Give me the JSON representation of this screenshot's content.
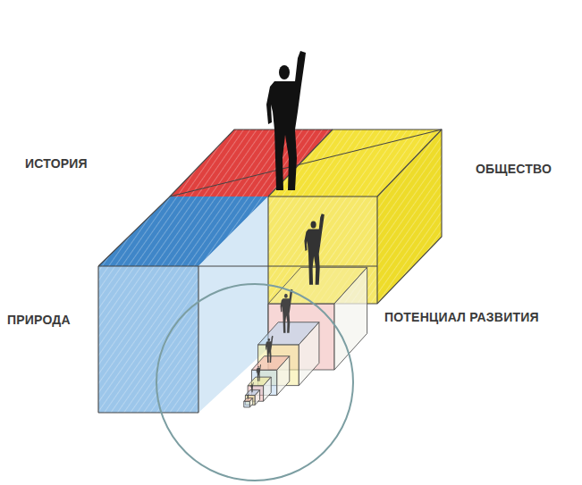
{
  "diagram": {
    "labels": [
      "ИСТОРИЯ",
      "ОБЩЕСТВО",
      "ПРИРОДА",
      "ПОТЕНЦИАЛ РАЗВИТИЯ"
    ]
  }
}
